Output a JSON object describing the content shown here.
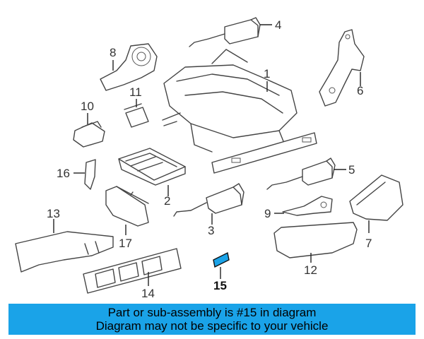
{
  "callouts": [
    "1",
    "2",
    "3",
    "4",
    "5",
    "6",
    "7",
    "8",
    "9",
    "10",
    "11",
    "12",
    "13",
    "14",
    "15",
    "16",
    "17"
  ],
  "highlight_color": "#1aa3e8",
  "banner": {
    "line1": "Part or sub-assembly is #15 in diagram",
    "line2": "Diagram may not be specific to your vehicle",
    "color": "#1aa3e8"
  }
}
